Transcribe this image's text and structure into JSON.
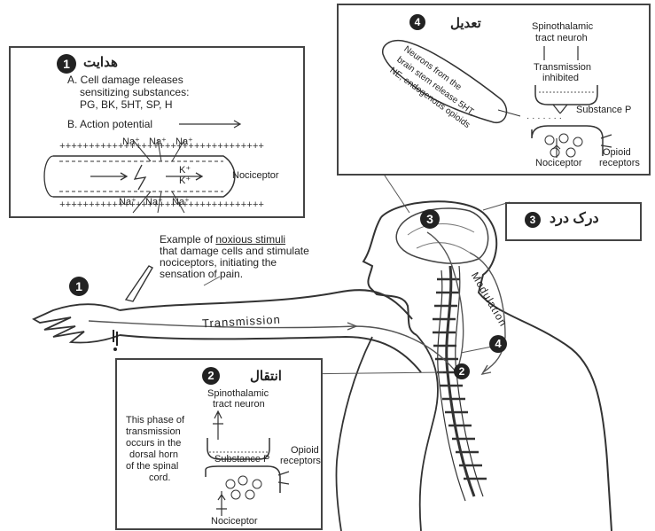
{
  "box1": {
    "num": "1",
    "title": "هدایت",
    "a_line1": "A. Cell damage releases",
    "a_line2": "sensitizing substances:",
    "a_line3": "PG, BK, 5HT, SP, H",
    "b_label": "B. Action potential",
    "na_top": [
      "Na⁺",
      "Na⁺",
      "Na⁺"
    ],
    "k_labels": [
      "K⁺",
      "K⁺"
    ],
    "na_bottom": [
      "Na⁺",
      "Na⁺",
      "Na⁺"
    ],
    "nociceptor": "Nociceptor"
  },
  "box4": {
    "num": "4",
    "title": "تعدیل",
    "neuron_line1": "Spinothalamic",
    "neuron_line2": "tract neuroh",
    "trans_line1": "Transmission",
    "trans_line2": "inhibited",
    "bubble_line1": "Neurons from the",
    "bubble_line2": "brain stem release 5HT,",
    "bubble_line3": "NE, endogenous opioids",
    "substance_p": "Substance P",
    "nociceptor": "Nociceptor",
    "opioid_line1": "Opioid",
    "opioid_line2": "receptors"
  },
  "box3": {
    "num": "3",
    "title": "درک درد"
  },
  "box2": {
    "num": "2",
    "title": "انتقال",
    "neuron_line1": "Spinothalamic",
    "neuron_line2": "tract neuron",
    "phase_lines": [
      "This phase of",
      "transmission",
      "occurs in the",
      "dorsal horn",
      "of the spinal",
      "cord."
    ],
    "substance_p": "Substance P",
    "opioid_line1": "Opioid",
    "opioid_line2": "receptors",
    "nociceptor": "Nociceptor"
  },
  "body": {
    "noxious_line1": "Example of noxious stimuli",
    "noxious_line2": "that damage cells and stimulate",
    "noxious_line3": "nociceptors, initiating the",
    "noxious_line4": "sensation of pain.",
    "transmission": "Transmission",
    "modulation": "Modulation",
    "markers": [
      "1",
      "2",
      "3",
      "4"
    ]
  }
}
